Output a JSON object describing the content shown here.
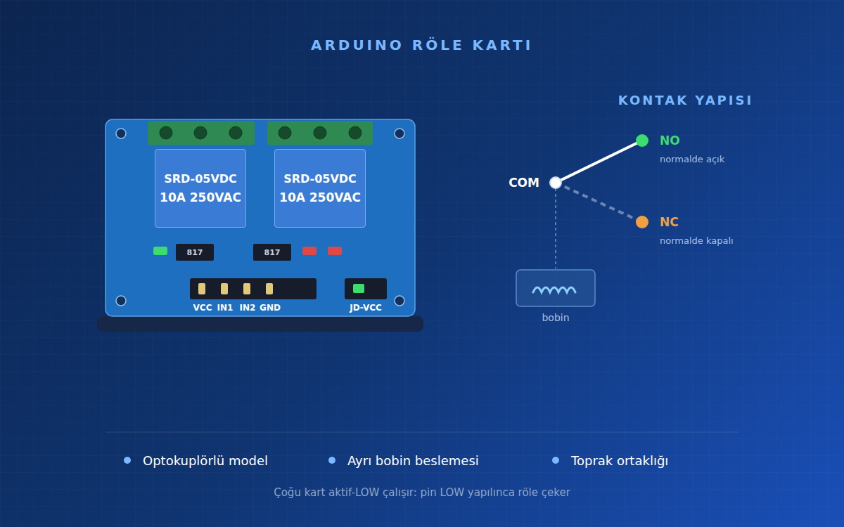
{
  "diagram": {
    "title": "ARDUINO RÖLE KARTI",
    "caption": "Çoğu kart aktif-LOW çalışır: pin LOW yapılınca röle çeker",
    "nodes": [
      {
        "text": [
          "SRD-05VDC",
          "10A 250VAC"
        ]
      },
      {
        "text": [
          "SRD-05VDC",
          "10A 250VAC"
        ]
      },
      {
        "text": [
          "817"
        ]
      },
      {
        "text": [
          "817"
        ]
      },
      {
        "text": [
          "bobin"
        ]
      }
    ],
    "labels": [
      "KONTAK YAPISI",
      "COM",
      "NO",
      "normalde açık",
      "NC",
      "normalde kapalı",
      "VCC",
      "IN1",
      "IN2",
      "GND",
      "JD-VCC",
      "Optokuplörlü model",
      "Ayrı bobin beslemesi",
      "Toprak ortaklığı"
    ]
  }
}
